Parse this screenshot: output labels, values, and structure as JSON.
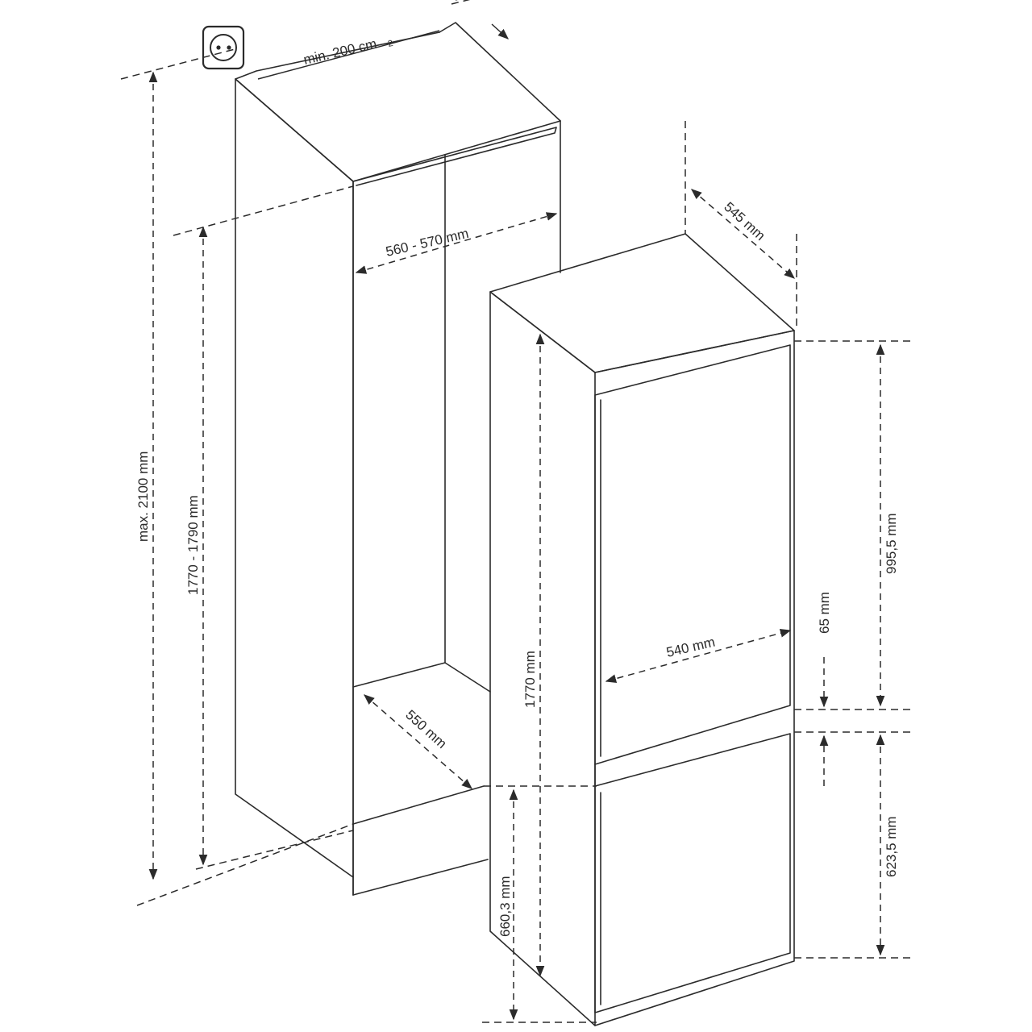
{
  "labels": {
    "vent": "min. 200 cm",
    "vent_sup": "2",
    "niche_width": "560 - 570 mm",
    "niche_height": "1770 - 1790 mm",
    "max_height": "max. 2100 mm",
    "niche_depth": "550 mm",
    "appliance_depth": "545 mm",
    "appliance_height": "1770 mm",
    "appliance_width": "540 mm",
    "upper_door": "995,5 mm",
    "gap": "65 mm",
    "lower_door": "623,5 mm",
    "bottom_height": "660,3 mm"
  },
  "icons": [
    "power-socket-icon"
  ]
}
